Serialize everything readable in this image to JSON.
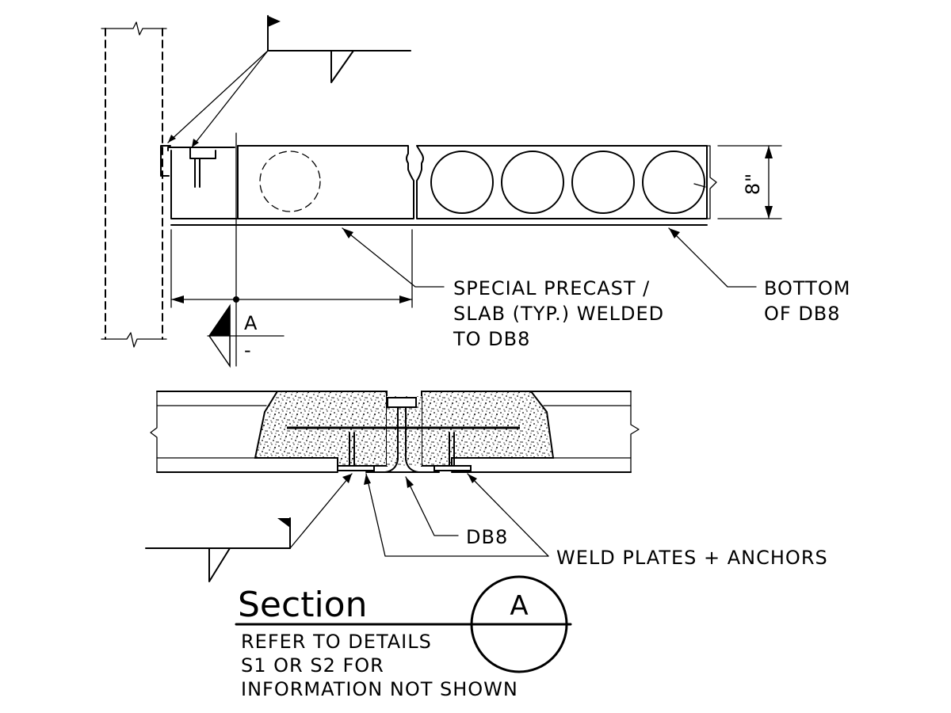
{
  "dimensions": {
    "slab_depth": "8\""
  },
  "callouts": {
    "precast_line1": "SPECIAL PRECAST /",
    "precast_line2": "SLAB (TYP.) WELDED",
    "precast_line3": "TO DB8",
    "bottom_line1": "BOTTOM",
    "bottom_line2": "OF DB8",
    "db8": "DB8",
    "weld": "WELD PLATES + ANCHORS"
  },
  "section_marker": {
    "letter": "A",
    "sheet": "-"
  },
  "title_block": {
    "title": "Section",
    "bubble_letter": "A",
    "note_line1": "REFER TO DETAILS",
    "note_line2": "S1 OR S2 FOR",
    "note_line3": "INFORMATION NOT SHOWN"
  }
}
